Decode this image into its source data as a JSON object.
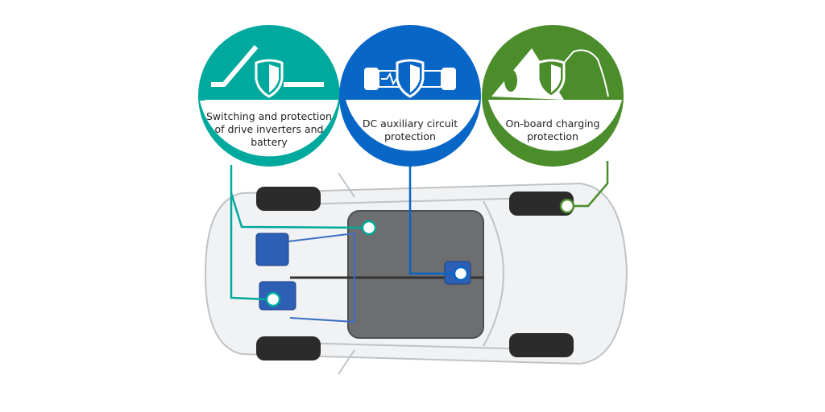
{
  "colors": {
    "teal": "#00a99d",
    "blue": "#0866c6",
    "green": "#4b8c2b"
  },
  "callouts": [
    {
      "label": "Switching and protection of drive inverters and battery",
      "icon": "switch-shield-icon"
    },
    {
      "label": "DC auxiliary circuit protection",
      "icon": "fuse-shield-icon"
    },
    {
      "label": "On-board charging protection",
      "icon": "charger-shield-icon"
    }
  ]
}
